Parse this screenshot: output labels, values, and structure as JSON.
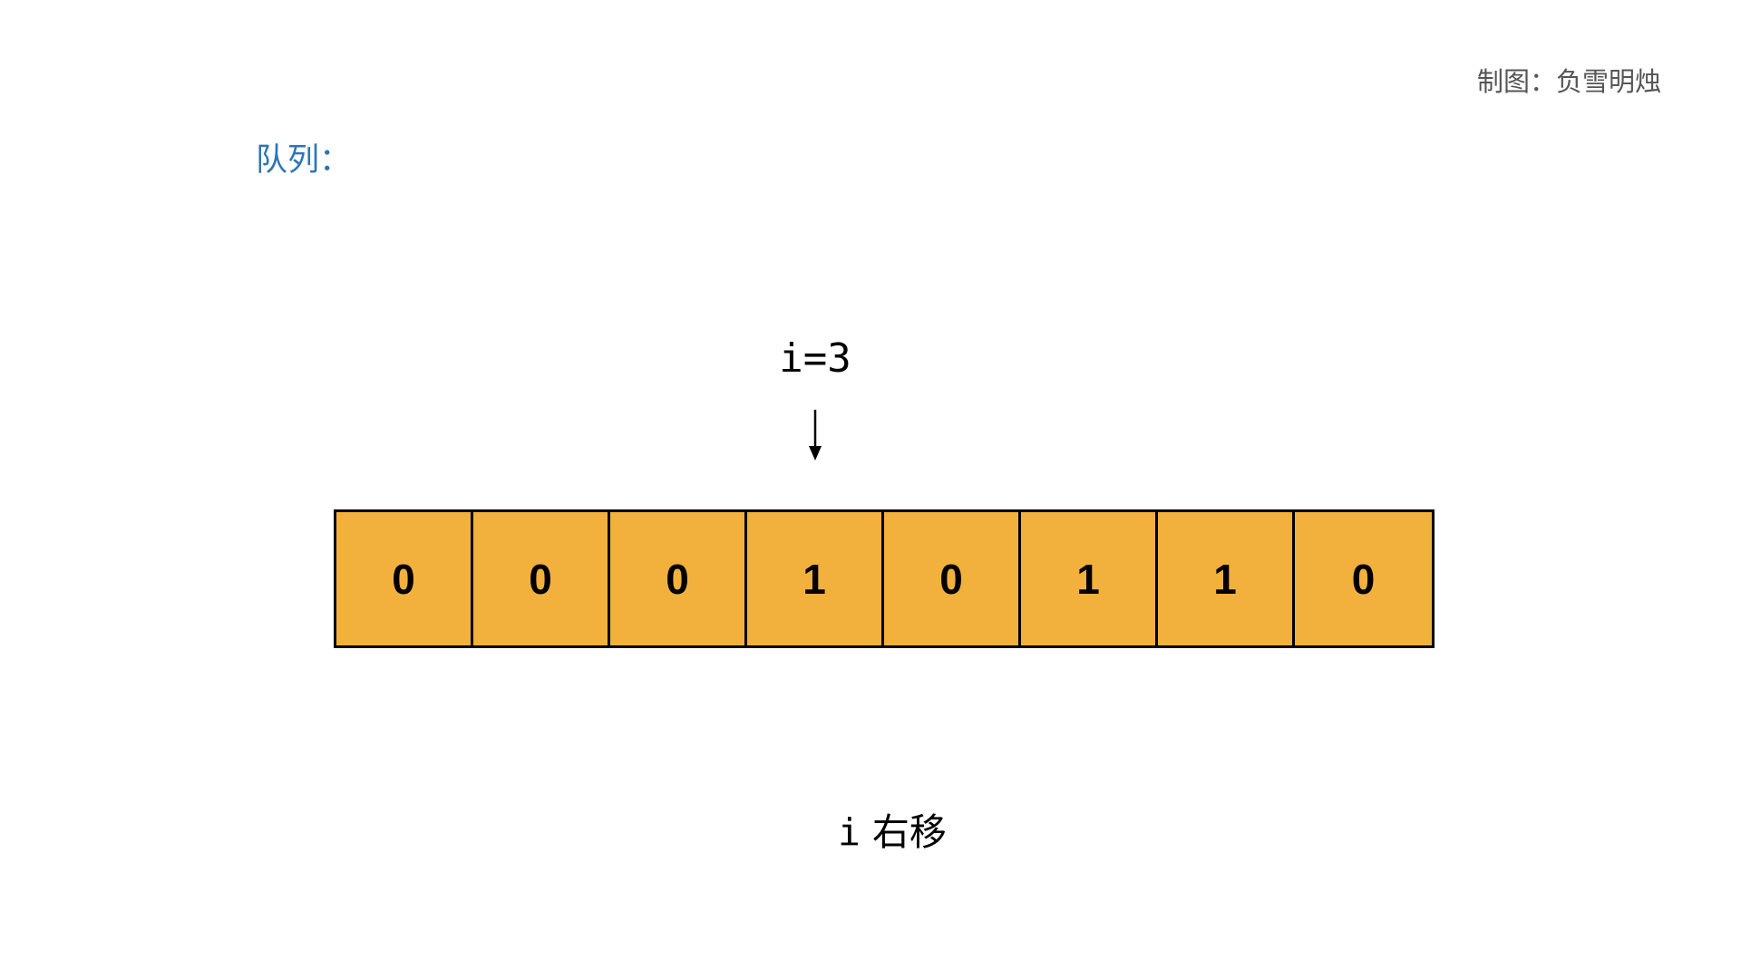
{
  "credit": "制图：负雪明烛",
  "section_title": "队列：",
  "pointer": {
    "label": "i=3",
    "index": 3
  },
  "array": {
    "values": [
      "0",
      "0",
      "0",
      "1",
      "0",
      "1",
      "1",
      "0"
    ],
    "fill_color": "#f2b03c",
    "border_color": "#000000"
  },
  "caption": {
    "variable": "i",
    "action": "右移"
  },
  "colors": {
    "title": "#2e75b6",
    "credit": "#555555",
    "text": "#000000"
  }
}
